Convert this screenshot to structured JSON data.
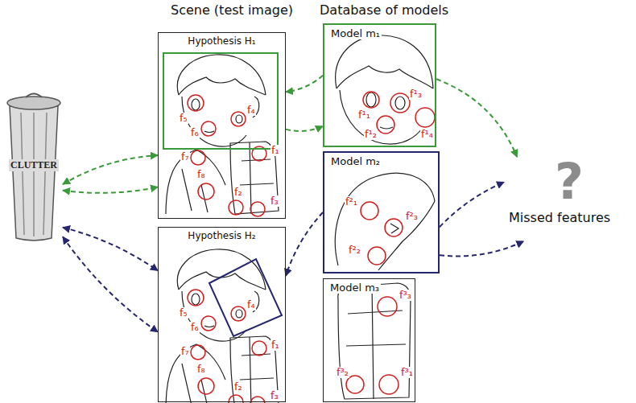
{
  "diagram": {
    "nodes": [
      {
        "text": [
          "CLUTTER"
        ]
      },
      {
        "text": [
          "Hypothesis H₁"
        ]
      },
      {
        "text": [
          "Hypothesis H₂"
        ]
      },
      {
        "text": [
          "Model m₁"
        ]
      },
      {
        "text": [
          "Model m₂"
        ]
      },
      {
        "text": [
          "Model m₃"
        ]
      },
      {
        "text": [
          "Missed features",
          "?"
        ]
      }
    ],
    "edges": [
      {
        "from": 0,
        "to": 1,
        "arrow": "both"
      },
      {
        "from": 0,
        "to": 1,
        "arrow": "both"
      },
      {
        "from": 3,
        "to": 1,
        "arrow": "to"
      },
      {
        "from": 1,
        "to": 3,
        "arrow": "to"
      },
      {
        "from": 3,
        "to": 6,
        "arrow": "to"
      },
      {
        "from": 0,
        "to": 2,
        "arrow": "both"
      },
      {
        "from": 0,
        "to": 2,
        "arrow": "both"
      },
      {
        "from": 4,
        "to": 2,
        "arrow": "to"
      },
      {
        "from": 4,
        "to": 6,
        "arrow": "to"
      },
      {
        "from": 4,
        "to": 6,
        "arrow": "to"
      }
    ],
    "labels": [
      "Scene (test image)",
      "Database of models",
      "f₁",
      "f₂",
      "f₃",
      "f₄",
      "f₅",
      "f₆",
      "f₇",
      "f₈",
      "f₁",
      "f₂",
      "f₃",
      "f₄",
      "f₅",
      "f₆",
      "f₇",
      "f₈",
      "f¹₁",
      "f¹₂",
      "f¹₃",
      "f¹₄",
      "f²₁",
      "f²₂",
      "f²₃",
      "f³₁",
      "f³₂",
      "f³₃"
    ]
  }
}
